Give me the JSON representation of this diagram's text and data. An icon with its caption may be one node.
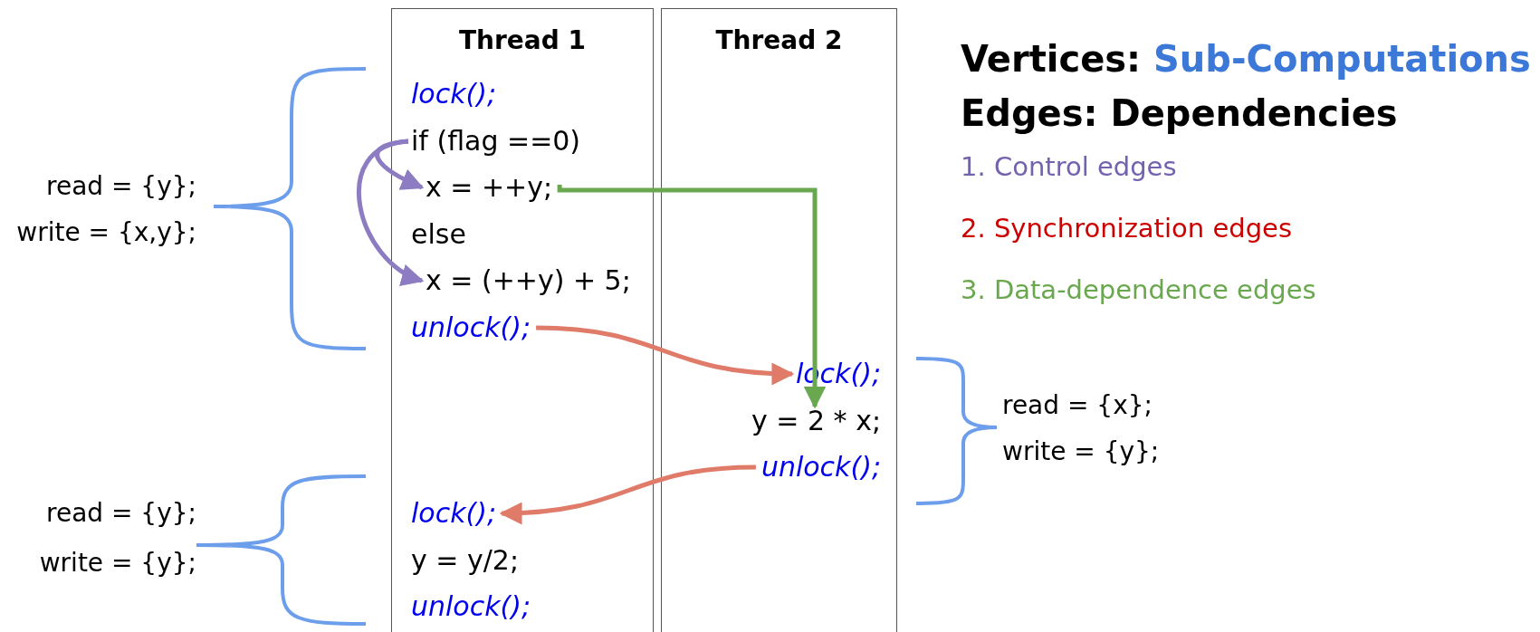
{
  "diagram": {
    "nodes": [
      {
        "text": [
          "Thread 1"
        ]
      },
      {
        "text": [
          "Thread 2"
        ]
      },
      {
        "text": [
          "lock();"
        ],
        "in": 0
      },
      {
        "text": [
          "if (flag ==0)"
        ],
        "in": 0
      },
      {
        "text": [
          "x = ++y;"
        ],
        "in": 0
      },
      {
        "text": [
          "else"
        ],
        "in": 0
      },
      {
        "text": [
          "x = (++y) + 5;"
        ],
        "in": 0
      },
      {
        "text": [
          "unlock();"
        ],
        "in": 0
      },
      {
        "text": [
          "lock();"
        ],
        "in": 0
      },
      {
        "text": [
          "y = y/2;"
        ],
        "in": 0
      },
      {
        "text": [
          "unlock();"
        ],
        "in": 0
      },
      {
        "text": [
          "lock();"
        ],
        "in": 1
      },
      {
        "text": [
          "y = 2 * x;"
        ],
        "in": 1
      },
      {
        "text": [
          "unlock();"
        ],
        "in": 1
      }
    ],
    "edges": [
      {
        "from": 3,
        "to": 4,
        "arrow": "to",
        "color": "#8e7cc3"
      },
      {
        "from": 3,
        "to": 6,
        "arrow": "to",
        "color": "#8e7cc3"
      },
      {
        "from": 4,
        "to": 12,
        "arrow": "to",
        "color": "#6aa84f"
      },
      {
        "from": 7,
        "to": 11,
        "arrow": "to",
        "color": "#e07b6a"
      },
      {
        "from": 13,
        "to": 8,
        "arrow": "to",
        "color": "#e07b6a"
      }
    ],
    "labels": [
      "read = {y};",
      "write = {x,y};",
      "read = {x};",
      "write = {y};",
      "read = {y};",
      "write = {y};",
      "Vertices: Sub-Computations",
      "Edges: Dependencies"
    ],
    "legend": [
      {
        "text": "1. Control edges",
        "color": "#7461b0"
      },
      {
        "text": "2. Synchronization edges",
        "color": "#cc0000"
      },
      {
        "text": "3. Data-dependence edges",
        "color": "#6aa84f"
      }
    ]
  }
}
